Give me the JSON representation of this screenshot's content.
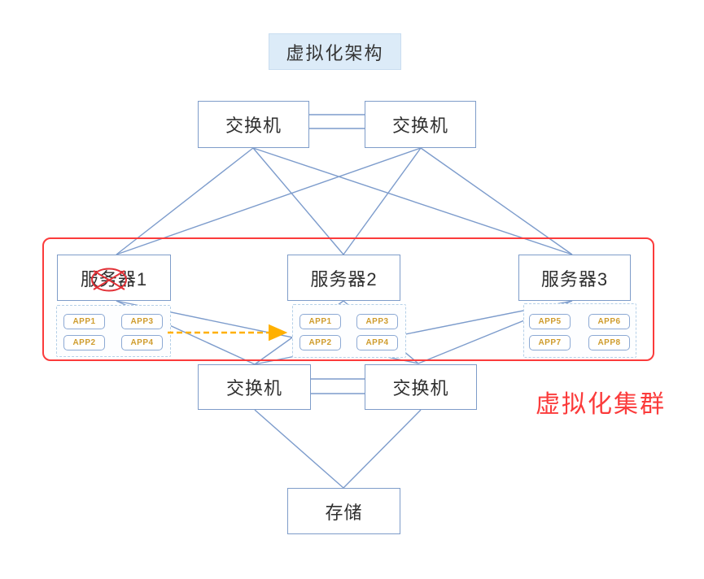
{
  "title": "虚拟化架构",
  "cluster_label": "虚拟化集群",
  "top_switches": [
    {
      "label": "交换机"
    },
    {
      "label": "交换机"
    }
  ],
  "servers": [
    {
      "label": "服务器1",
      "apps": [
        "APP1",
        "APP3",
        "APP2",
        "APP4"
      ]
    },
    {
      "label": "服务器2",
      "apps": [
        "APP1",
        "APP3",
        "APP2",
        "APP4"
      ]
    },
    {
      "label": "服务器3",
      "apps": [
        "APP5",
        "APP6",
        "APP7",
        "APP8"
      ]
    }
  ],
  "bottom_switches": [
    {
      "label": "交换机"
    },
    {
      "label": "交换机"
    }
  ],
  "storage": {
    "label": "存储"
  },
  "annotations": {
    "crossed_out_server": "服务器1",
    "migration_arrow": "APP migration from 服务器1 to 服务器2"
  },
  "colors": {
    "box_border": "#7e9cc9",
    "connector_line": "#7d9ccc",
    "app_text": "#cf9c2d",
    "red_accent": "#fb3b3b",
    "arrow_orange": "#ffb000",
    "title_background": "#dcebf8"
  }
}
